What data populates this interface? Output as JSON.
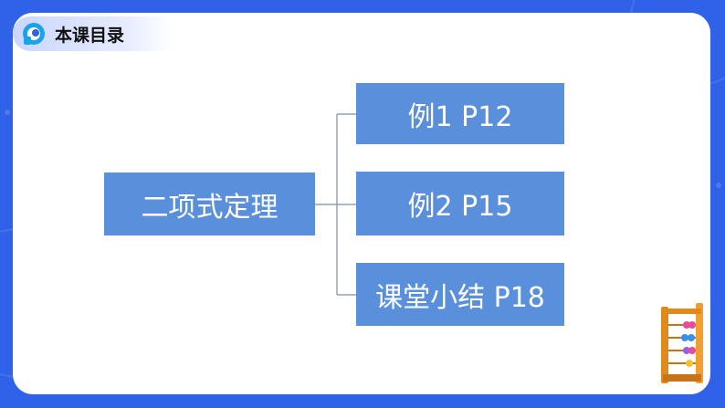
{
  "header": {
    "title": "本课目录"
  },
  "diagram": {
    "root": "二项式定理",
    "children": [
      {
        "label": "例1  P12"
      },
      {
        "label": "例2  P15"
      },
      {
        "label": "课堂小结  P18"
      }
    ]
  },
  "colors": {
    "background": "#2f62e8",
    "card": "#ffffff",
    "box": "#5a8fdc",
    "box_text": "#ffffff",
    "connector": "#7a8fa8"
  },
  "icons": {
    "logo": "logo-icon",
    "decoration": "abacus-icon"
  }
}
